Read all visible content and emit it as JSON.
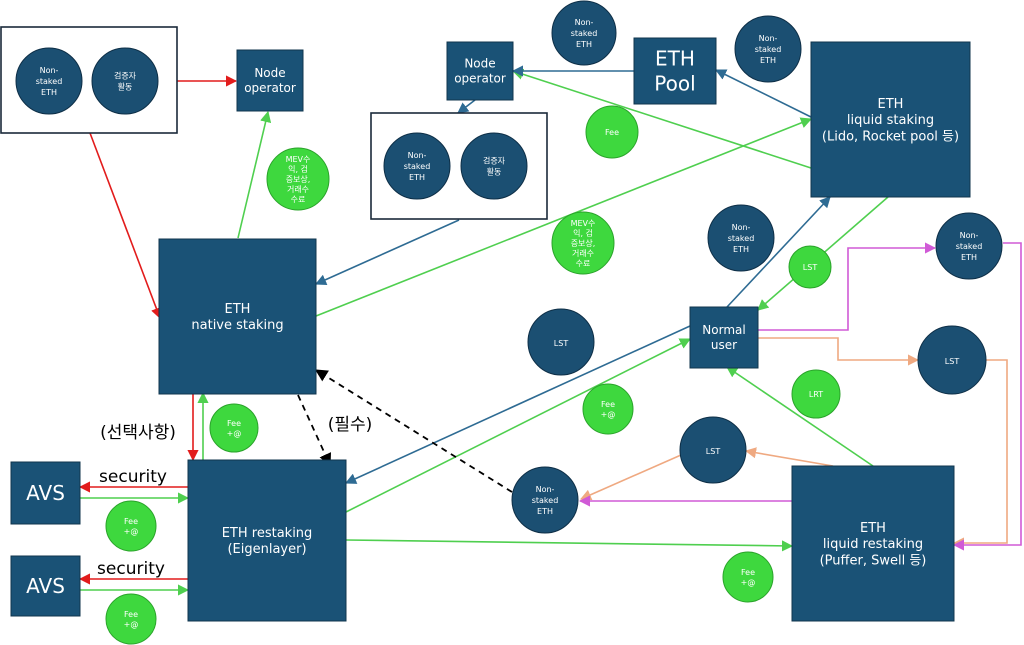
{
  "colors": {
    "box": "#1a5276",
    "node": "#1b4f72",
    "fee_green": "#3ed83e",
    "arrow_red": "#e21c1c",
    "arrow_green": "#4fcf4f",
    "arrow_blue": "#2e6b93",
    "arrow_orange": "#efa981",
    "arrow_pink": "#d05ad6",
    "arrow_dashed": "#000000"
  },
  "boxes": {
    "node_operator_left": [
      "Node",
      "operator"
    ],
    "node_operator_mid": [
      "Node",
      "operator"
    ],
    "eth_pool": [
      "ETH",
      "Pool"
    ],
    "liquid_staking": [
      "ETH",
      "liquid staking",
      "(Lido, Rocket pool 등)"
    ],
    "native_staking": [
      "ETH",
      "native staking"
    ],
    "normal_user": [
      "Normal",
      "user"
    ],
    "restaking": [
      "ETH restaking",
      "(Eigenlayer)"
    ],
    "liquid_restaking": [
      "ETH",
      "liquid restaking",
      "(Puffer, Swell 등)"
    ],
    "avs_top": [
      "AVS"
    ],
    "avs_bottom": [
      "AVS"
    ]
  },
  "nodes": {
    "non_staked_eth": [
      "Non-",
      "staked",
      "ETH"
    ],
    "validator_activity": [
      "검증자",
      "활동"
    ],
    "lst": [
      "LST"
    ],
    "lrt": [
      "LRT"
    ]
  },
  "fees": {
    "fee": [
      "Fee"
    ],
    "fee_plus": [
      "Fee",
      "+@"
    ],
    "mev_rewards": [
      "MEV수",
      "익, 검",
      "증보상,",
      "거래수",
      "수료"
    ]
  },
  "labels": {
    "optional": "(선택사항)",
    "required": "(필수)",
    "security": "security"
  }
}
